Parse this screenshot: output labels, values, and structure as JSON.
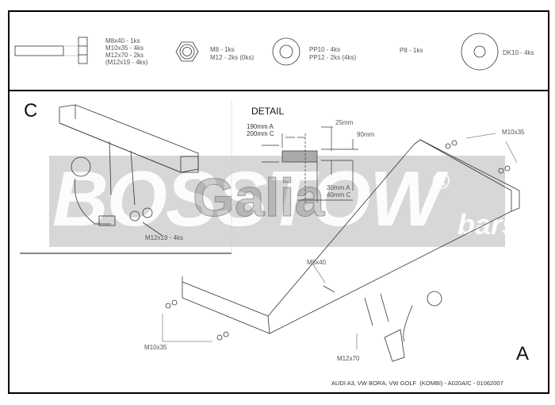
{
  "parts_list": {
    "bolt": {
      "icon": "bolt-icon",
      "lines": [
        "M8x40 - 1ks",
        "M10x35 - 4ks",
        "M12x70 - 2ks",
        "(M12x19 - 4ks)"
      ]
    },
    "nut": {
      "icon": "hex-nut-icon",
      "lines": [
        "M8 - 1ks",
        "M12 - 2ks (0ks)"
      ]
    },
    "spring_washer": {
      "icon": "spring-washer-icon",
      "lines": [
        "PP10 - 4ks",
        "PP12 - 2ks (4ks)"
      ]
    },
    "plate": {
      "lines": [
        "P8 - 1ks"
      ]
    },
    "flat_washer": {
      "icon": "flat-washer-icon",
      "lines": [
        "DK10 - 4ks"
      ]
    }
  },
  "variant_c": {
    "label": "C",
    "callout": "M12x19 - 4ks"
  },
  "detail": {
    "title": "DETAIL",
    "width_a": "190mm A",
    "width_c": "200mm C",
    "dim_top": "25mm",
    "dim_height": "90mm",
    "offset_a": "30mm A",
    "offset_c": "40mm C"
  },
  "variant_a": {
    "label": "A",
    "callouts": {
      "right_bolts": "M10x35",
      "left_bolts": "M10x35",
      "center_bolt": "M8x40",
      "hitch_bolts": "M12x70"
    }
  },
  "watermark": {
    "brand": "BOSSTOW",
    "registered": "®",
    "sub": "bars",
    "overlay": "Galia"
  },
  "footer": {
    "caption": "AUDI A3, VW BORA, VW GOLF  (KOMBI) - A020A/C - 01062007"
  }
}
